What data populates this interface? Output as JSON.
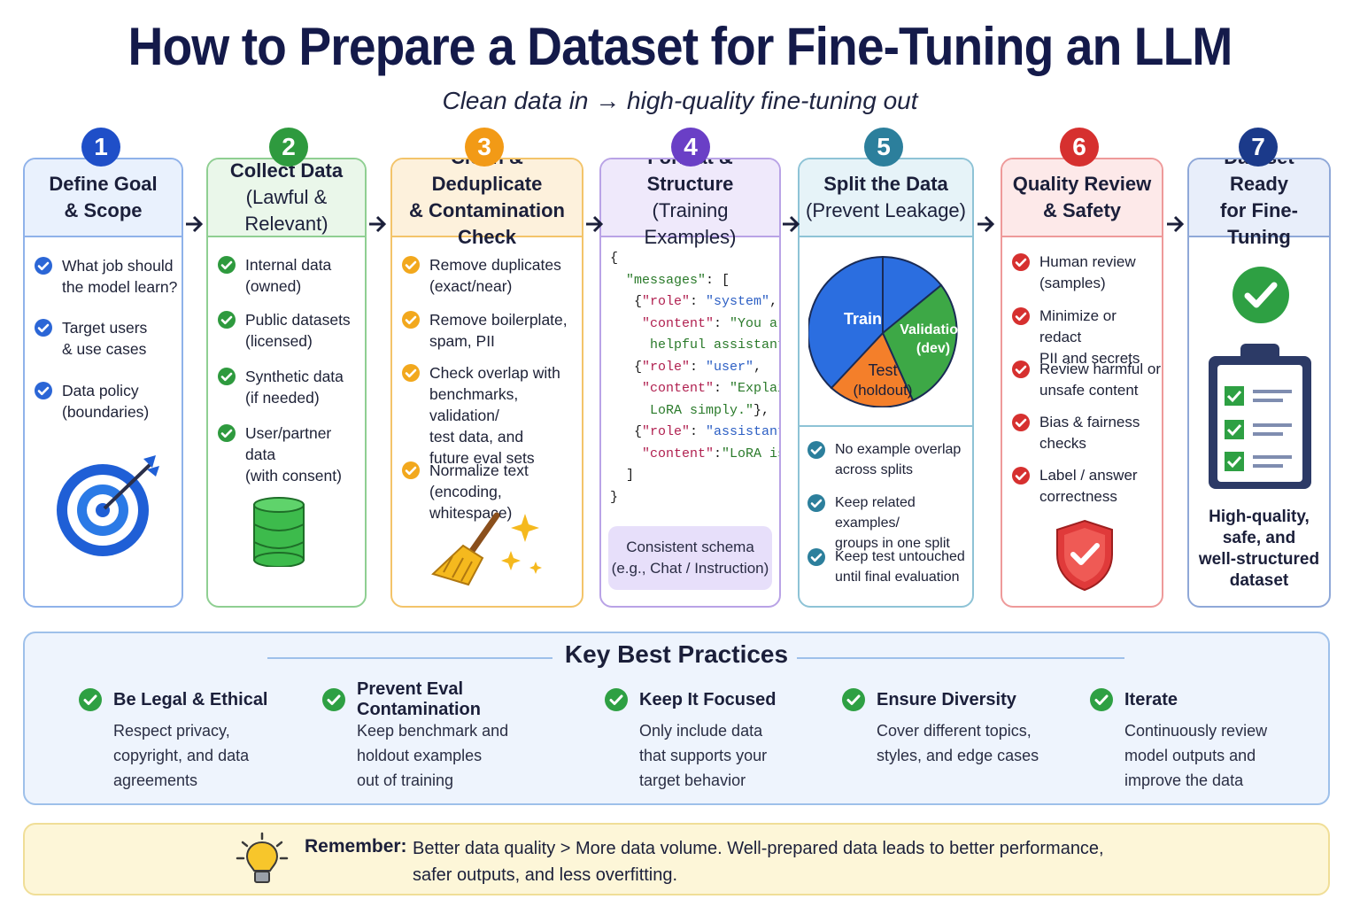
{
  "title": "How to Prepare a Dataset for Fine-Tuning an LLM",
  "subtitle": "Clean data in → high-quality fine-tuning out",
  "steps": [
    {
      "number": "1",
      "title": "Define Goal",
      "title2": "& Scope",
      "color": "#1f4fc8",
      "items": [
        "What job should\nthe model learn?",
        "Target users\n& use cases",
        "Data policy\n(boundaries)"
      ],
      "icon": "target-icon"
    },
    {
      "number": "2",
      "title": "Collect Data",
      "title2": "(Lawful & Relevant)",
      "color": "#2e9a3e",
      "items": [
        "Internal data\n(owned)",
        "Public datasets\n(licensed)",
        "Synthetic data\n(if needed)",
        "User/partner data\n(with consent)"
      ],
      "icon": "database-icon"
    },
    {
      "number": "3",
      "title": "Clean & Deduplicate",
      "title2": "& Contamination Check",
      "color": "#f29a16",
      "items": [
        "Remove duplicates\n(exact/near)",
        "Remove boilerplate,\nspam, PII",
        "Check overlap with\nbenchmarks, validation/\ntest data, and\nfuture eval sets",
        "Normalize text\n(encoding, whitespace)"
      ],
      "icon": "broom-icon"
    },
    {
      "number": "4",
      "title": "Format & Structure",
      "title2": "(Training Examples)",
      "color": "#6a3fc6",
      "code": {
        "open": "{",
        "messages_key": "\"messages\"",
        "open_arr": ": [",
        "role": "\"role\"",
        "content": "\"content\"",
        "sys": "\"system\"",
        "sys_content": "\"You are a",
        "sys_content2": "helpful assistant.\"",
        "user": "\"user\"",
        "user_content": "\"Explain",
        "user_content2": "LoRA simply.\"",
        "asst": "\"assistant\"",
        "asst_content": "\"LoRA is...\"",
        "close_arr": "]",
        "close": "}"
      },
      "schema": "Consistent schema\n(e.g., Chat / Instruction)"
    },
    {
      "number": "5",
      "title": "Split the Data",
      "title2": "(Prevent Leakage)",
      "color": "#2c7f9c",
      "pie": {
        "train": "Train",
        "validation": "Validation",
        "validation2": "(dev)",
        "test": "Test",
        "test2": "(holdout)"
      },
      "items": [
        "No example overlap\nacross splits",
        "Keep related examples/\ngroups in one split",
        "Keep test untouched\nuntil final evaluation"
      ]
    },
    {
      "number": "6",
      "title": "Quality Review",
      "title2": "& Safety",
      "color": "#d6302f",
      "items": [
        "Human review\n(samples)",
        "Minimize or redact\nPII and secrets",
        "Review harmful or\nunsafe content",
        "Bias & fairness\nchecks",
        "Label / answer\ncorrectness"
      ],
      "icon": "shield-check-icon"
    },
    {
      "number": "7",
      "title": "Dataset Ready",
      "title2": "for Fine-Tuning",
      "color": "#1b3a8a",
      "final": "High-quality,\nsafe, and\nwell-structured\ndataset",
      "icon": "clipboard-checklist-icon"
    }
  ],
  "best_practices": {
    "title": "Key Best Practices",
    "items": [
      {
        "title": "Be Legal & Ethical",
        "body": "Respect privacy,\ncopyright, and data\nagreements"
      },
      {
        "title": "Prevent Eval Contamination",
        "body": "Keep benchmark and\nholdout examples\nout of training"
      },
      {
        "title": "Keep It Focused",
        "body": "Only include data\nthat supports your\ntarget behavior"
      },
      {
        "title": "Ensure Diversity",
        "body": "Cover different topics,\nstyles, and edge cases"
      },
      {
        "title": "Iterate",
        "body": "Continuously review\nmodel outputs and\nimprove the data"
      }
    ]
  },
  "remember": {
    "label": "Remember:",
    "text": "Better data quality > More data volume. Well-prepared data leads to better performance,\nsafer outputs, and less overfitting."
  }
}
